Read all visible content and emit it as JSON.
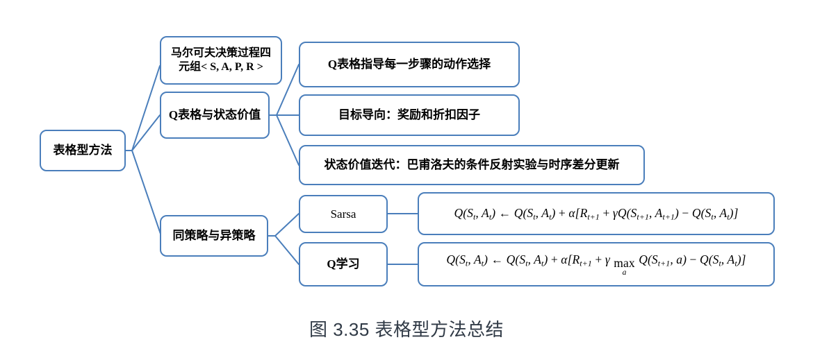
{
  "figure": {
    "caption": "图 3.35 表格型方法总结",
    "accent_color": "#4a7ebb",
    "caption_color": "#303a46",
    "background_color": "#ffffff",
    "text_color": "#000000"
  },
  "nodes": {
    "root": {
      "label": "表格型方法"
    },
    "level2": [
      {
        "id": "mdp",
        "label": "马尔可夫决策过程四\n元组< S, A, P, R >"
      },
      {
        "id": "qtable",
        "label": "Q表格与状态价值"
      },
      {
        "id": "policy",
        "label": "同策略与异策略"
      }
    ],
    "level3_value": [
      {
        "id": "guide",
        "label": "Q表格指导每一步骤的动作选择"
      },
      {
        "id": "goal",
        "label": "目标导向：奖励和折扣因子"
      },
      {
        "id": "iter",
        "label": "状态价值迭代：巴甫洛夫的条件反射实验与时序差分更新"
      }
    ],
    "level3_policy": [
      {
        "id": "sarsa",
        "label": "Sarsa"
      },
      {
        "id": "qlearn",
        "label": "Q学习"
      }
    ]
  },
  "formulas": {
    "sarsa": {
      "plain": "Q(St, At) ← Q(St, At) + α[Rt+1 + γQ(St+1, At+1) − Q(St, At)]",
      "parts": {
        "lhs_q": "Q(S",
        "lhs_t": "t",
        "lhs_mid": ", A",
        "lhs_t2": "t",
        "lhs_end": ")",
        "arrow": "←",
        "alpha": "α",
        "reward": "R",
        "reward_sub": "t+1",
        "gamma": "γ",
        "next_sub": "t+1",
        "minus": "−"
      }
    },
    "qlearning": {
      "plain": "Q(St, At) ← Q(St, At) + α[Rt+1 + γ max_a Q(St+1, a) − Q(St, At)]",
      "parts": {
        "max_top": "max",
        "max_bottom": "a",
        "action": "a"
      }
    }
  }
}
